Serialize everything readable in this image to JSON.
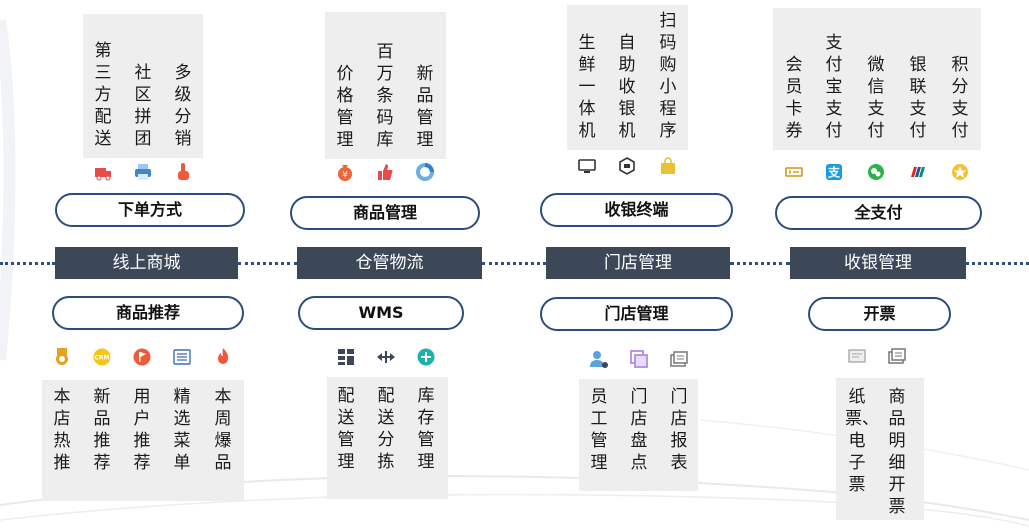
{
  "center_bars": [
    "线上商城",
    "仓管物流",
    "门店管理",
    "收银管理"
  ],
  "top_groups": [
    {
      "pill": "下单方式",
      "items": [
        {
          "text": "第三方配送",
          "icon": "delivery-truck-icon",
          "color": "#e94b4b"
        },
        {
          "text": "社区拼团",
          "icon": "printer-icon",
          "color": "#3d86d6"
        },
        {
          "text": "多级分销",
          "icon": "hand-pointer-icon",
          "color": "#f05a3c"
        }
      ]
    },
    {
      "pill": "商品管理",
      "items": [
        {
          "text": "价格管理",
          "icon": "money-bag-icon",
          "color": "#f06438"
        },
        {
          "text": "百万条码库",
          "icon": "thumbs-up-icon",
          "color": "#e94b4b"
        },
        {
          "text": "新品管理",
          "icon": "donut-chart-icon",
          "color": "#6aaee8"
        }
      ]
    },
    {
      "pill": "收银终端",
      "items": [
        {
          "text": "生鲜一体机",
          "icon": "monitor-icon",
          "color": "#333333"
        },
        {
          "text": "自助收银机",
          "icon": "kiosk-icon",
          "color": "#333333"
        },
        {
          "text": "扫码购小程序",
          "icon": "shopping-bag-icon",
          "color": "#e8c233"
        }
      ]
    },
    {
      "pill": "全支付",
      "items": [
        {
          "text": "会员卡券",
          "icon": "coupon-icon",
          "color": "#d9a030"
        },
        {
          "text": "支付宝支付",
          "icon": "alipay-icon",
          "color": "#1a9be6"
        },
        {
          "text": "微信支付",
          "icon": "wechat-icon",
          "color": "#2bb24c"
        },
        {
          "text": "银联支付",
          "icon": "unionpay-icon",
          "color": "#1f4f9c"
        },
        {
          "text": "积分支付",
          "icon": "points-star-icon",
          "color": "#f2c230"
        }
      ]
    }
  ],
  "bottom_groups": [
    {
      "pill": "商品推荐",
      "items": [
        {
          "text": "本店热推",
          "icon": "medal-icon",
          "color": "#e8a020"
        },
        {
          "text": "新品推荐",
          "icon": "crm-badge-icon",
          "color": "#f5c518"
        },
        {
          "text": "用户推荐",
          "icon": "flag-icon",
          "color": "#f05a3c"
        },
        {
          "text": "精选菜单",
          "icon": "list-icon",
          "color": "#3d6fb0"
        },
        {
          "text": "本周爆品",
          "icon": "fire-icon",
          "color": "#f05a3c"
        }
      ]
    },
    {
      "pill": "WMS",
      "items": [
        {
          "text": "配送管理",
          "icon": "grid-icon",
          "color": "#3c4858"
        },
        {
          "text": "配送分拣",
          "icon": "move-arrows-icon",
          "color": "#3c4858"
        },
        {
          "text": "库存管理",
          "icon": "add-circle-icon",
          "color": "#20b2aa"
        }
      ]
    },
    {
      "pill": "门店管理",
      "items": [
        {
          "text": "员工管理",
          "icon": "user-settings-icon",
          "color": "#5aa3d8"
        },
        {
          "text": "门店盘点",
          "icon": "copy-icon",
          "color": "#b48be0"
        },
        {
          "text": "门店报表",
          "icon": "report-cards-icon",
          "color": "#777777"
        }
      ]
    },
    {
      "pill": "开票",
      "items": [
        {
          "text": "纸票、电子票",
          "icon": "paper-ticket-icon",
          "color": "#aaaaaa"
        },
        {
          "text": "商品明细开票",
          "icon": "detail-cards-icon",
          "color": "#777777"
        }
      ]
    }
  ]
}
